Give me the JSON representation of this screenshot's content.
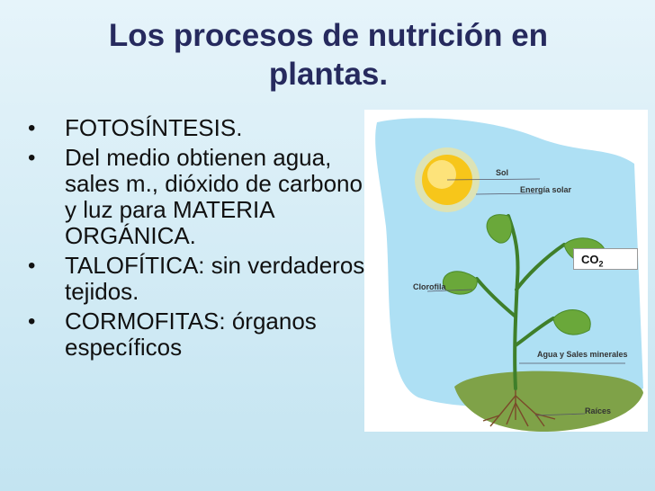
{
  "slide": {
    "title": "Los procesos de nutrición en plantas.",
    "bullets": [
      "FOTOSÍNTESIS.",
      "Del medio obtienen agua, sales m., dióxido de carbono y luz para MATERIA ORGÁNICA.",
      "TALOFÍTICA: sin verdaderos tejidos.",
      "CORMOFITAS: órganos específicos"
    ],
    "bullet_glyph": "•"
  },
  "figure": {
    "labels": {
      "sol": "Sol",
      "energia": "Energía solar",
      "clorofila": "Clorofila",
      "agua": "Agua y Sales minerales",
      "raices": "Raíces",
      "co2_main": "CO",
      "co2_sub": "2"
    },
    "colors": {
      "sky": "#aee0f4",
      "sun": "#f7c61a",
      "leaf": "#6aa83a",
      "stem": "#3f7f2a",
      "soil": "#7fa248",
      "root": "#7a4a2a"
    }
  }
}
